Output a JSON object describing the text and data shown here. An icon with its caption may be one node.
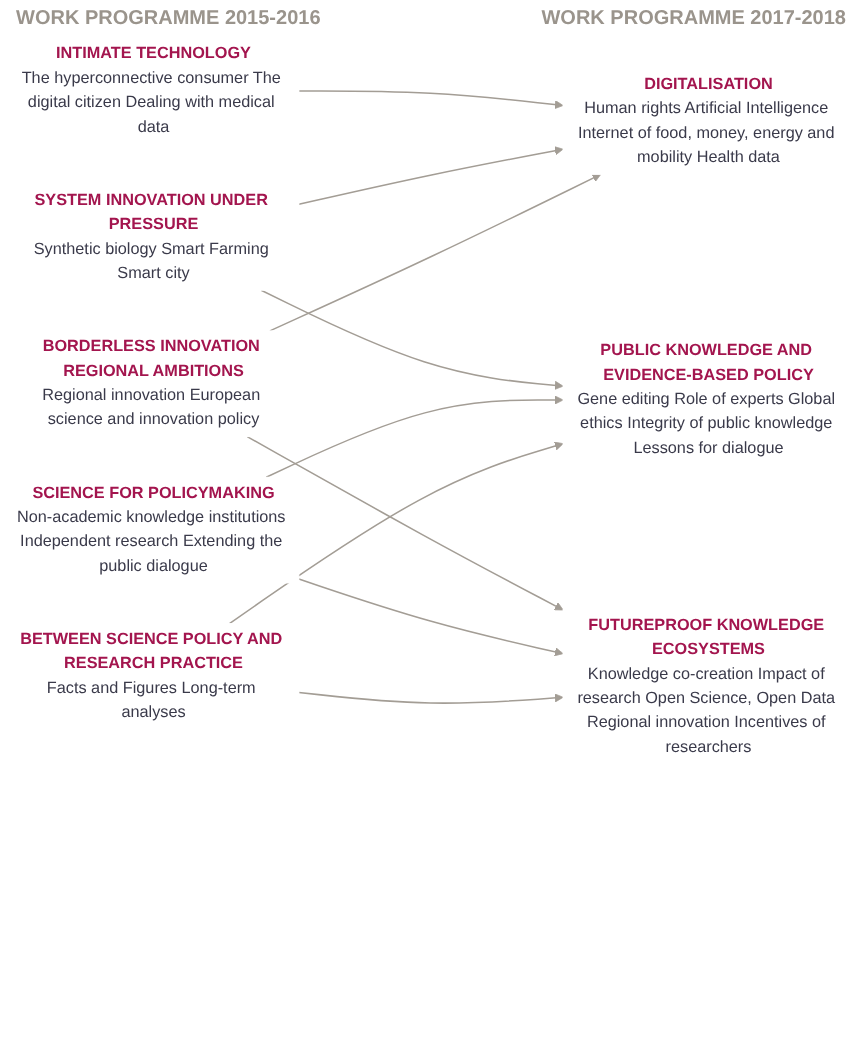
{
  "diagram": {
    "nodes": [
      {
        "text": [
          "INTIMATE TECHNOLOGY",
          "The hyperconnective consumer The digital citizen Dealing with medical data"
        ]
      },
      {
        "text": [
          "SYSTEM INNOVATION UNDER PRESSURE",
          "Synthetic biology Smart Farming Smart city"
        ]
      },
      {
        "text": [
          "BORDERLESS INNOVATION REGIONAL AMBITIONS",
          "Regional innovation European science and innovation policy"
        ]
      },
      {
        "text": [
          "SCIENCE FOR POLICYMAKING",
          "Non-academic knowledge institutions Independent research Extending the public dialogue"
        ]
      },
      {
        "text": [
          "BETWEEN SCIENCE POLICY AND RESEARCH PRACTICE",
          "Facts and Figures Long-term analyses"
        ]
      },
      {
        "text": [
          "DIGITALISATION",
          "Human rights Artificial Intelligence Internet of food, money, energy and mobility Health data"
        ]
      },
      {
        "text": [
          "PUBLIC KNOWLEDGE AND EVIDENCE-BASED POLICY",
          "Gene editing Role of experts Global ethics Integrity of public knowledge Lessons for dialogue"
        ]
      },
      {
        "text": [
          "FUTUREPROOF KNOWLEDGE ECOSYSTEMS",
          "Knowledge co-creation Impact of research Open Science, Open Data Regional innovation Incentives of researchers"
        ]
      }
    ],
    "edges": [
      {
        "from": 0,
        "to": 5,
        "arrow": "to"
      },
      {
        "from": 1,
        "to": 5,
        "arrow": "to"
      },
      {
        "from": 1,
        "to": 6,
        "arrow": "to"
      },
      {
        "from": 2,
        "to": 5,
        "arrow": "to"
      },
      {
        "from": 2,
        "to": 7,
        "arrow": "to"
      },
      {
        "from": 3,
        "to": 6,
        "arrow": "to"
      },
      {
        "from": 3,
        "to": 7,
        "arrow": "to"
      },
      {
        "from": 4,
        "to": 6,
        "arrow": "to"
      },
      {
        "from": 4,
        "to": 7,
        "arrow": "to"
      }
    ],
    "labels": [
      "WORK PROGRAMME 2015-2016",
      "WORK PROGRAMME 2017-2018"
    ]
  }
}
